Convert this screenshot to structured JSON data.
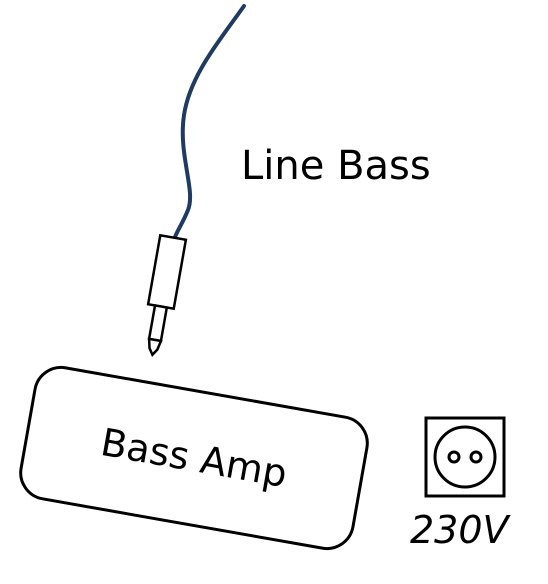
{
  "diagram": {
    "cable_label": "Line Bass",
    "amp_label": "Bass Amp",
    "outlet_label": "230V"
  },
  "colors": {
    "cable": "#1f3b63",
    "outline": "#000000",
    "background": "#ffffff"
  },
  "icons": {
    "outlet": "power-outlet-icon",
    "plug": "jack-plug-icon"
  }
}
